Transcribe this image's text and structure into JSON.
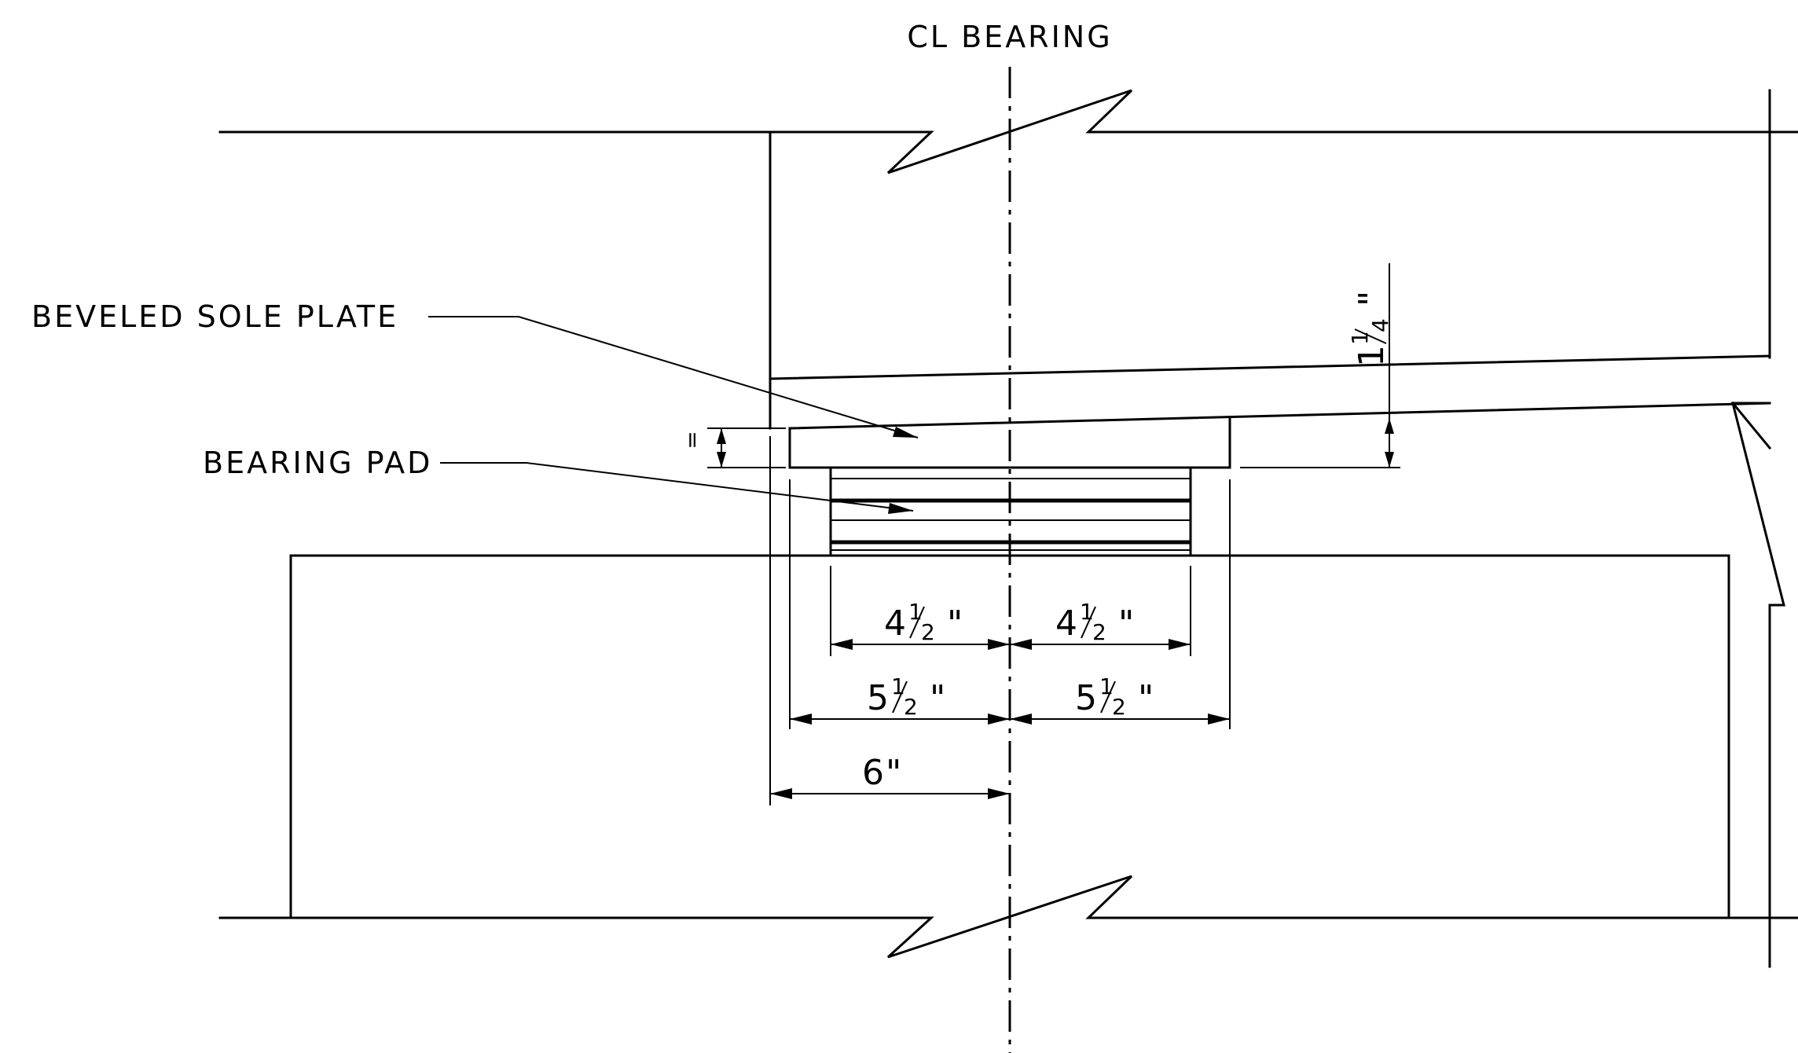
{
  "labels": {
    "cl_bearing": "CL BEARING",
    "beveled_sole_plate": "BEVELED SOLE PLATE",
    "bearing_pad": "BEARING PAD"
  },
  "dimensions": {
    "pad_left": {
      "whole": "4",
      "num": "1",
      "den": "2",
      "unit": "\""
    },
    "pad_right": {
      "whole": "4",
      "num": "1",
      "den": "2",
      "unit": "\""
    },
    "plate_left": {
      "whole": "5",
      "num": "1",
      "den": "2",
      "unit": "\""
    },
    "plate_right": {
      "whole": "5",
      "num": "1",
      "den": "2",
      "unit": "\""
    },
    "girder_end": {
      "whole": "6",
      "unit": "\""
    },
    "plate_thickness": {
      "whole": "1",
      "num": "1",
      "den": "4",
      "unit": "\""
    },
    "equal_mark": "="
  }
}
